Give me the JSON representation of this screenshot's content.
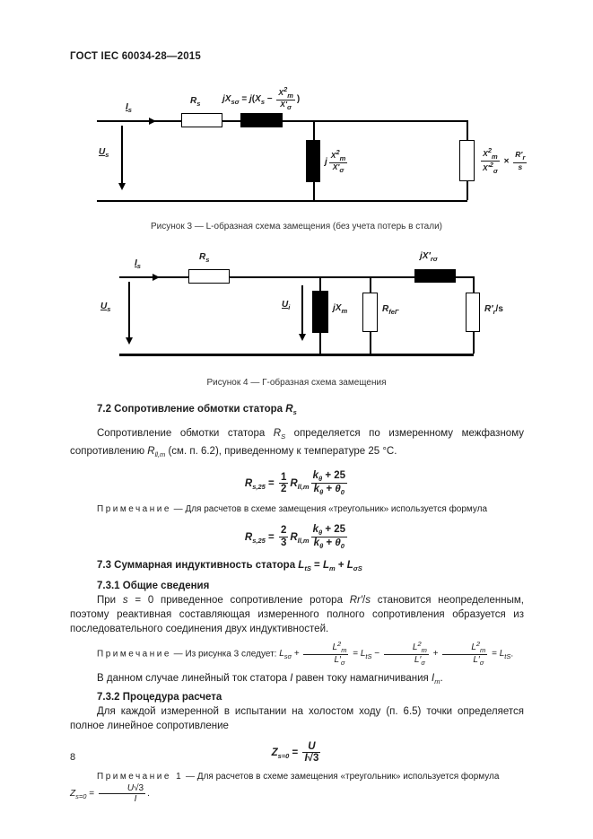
{
  "page": {
    "header": "ГОСТ IEC 60034-28—2015",
    "number": "8"
  },
  "fig3": {
    "caption": "Рисунок 3 — L-образная схема замещения (без учета потерь в стали)",
    "i": [
      {
        "v": "I",
        "u": 1
      },
      {
        "sb": "s"
      }
    ],
    "u": [
      {
        "v": "U",
        "u": 1
      },
      {
        "sb": "s"
      }
    ],
    "r": [
      {
        "v": "R"
      },
      {
        "sb": "s"
      }
    ],
    "series": [
      {
        "v": "jX"
      },
      {
        "sb": "sσ"
      },
      {
        "t": " = "
      },
      {
        "v": "j"
      },
      {
        "t": "("
      },
      {
        "v": "X"
      },
      {
        "sb": "s"
      },
      {
        "t": " − "
      },
      {
        "fr": {
          "n": [
            {
              "v": "X"
            },
            {
              "sp": "2"
            },
            {
              "sb": "m"
            }
          ],
          "d": [
            {
              "v": "X′"
            },
            {
              "sb": "σ"
            }
          ]
        }
      },
      {
        "t": ")"
      }
    ],
    "shunt": [
      {
        "v": "j"
      },
      {
        "fr": {
          "n": [
            {
              "v": "X"
            },
            {
              "sp": "2"
            },
            {
              "sb": "m"
            }
          ],
          "d": [
            {
              "v": "X′"
            },
            {
              "sb": "σ"
            }
          ]
        }
      }
    ],
    "load": [
      {
        "fr": {
          "n": [
            {
              "v": "X"
            },
            {
              "sp": "2"
            },
            {
              "sb": "m"
            }
          ],
          "d": [
            {
              "v": "X′"
            },
            {
              "sp": "2"
            },
            {
              "sb": "σ"
            }
          ]
        }
      },
      {
        "t": " × "
      },
      {
        "fr": {
          "n": [
            {
              "v": "R′"
            },
            {
              "sb": "r"
            }
          ],
          "d": [
            {
              "v": "s"
            }
          ]
        }
      }
    ]
  },
  "fig4": {
    "caption": "Рисунок 4 — Г-образная схема замещения",
    "i": [
      {
        "v": "I",
        "u": 1
      },
      {
        "sb": "s"
      }
    ],
    "u": [
      {
        "v": "U",
        "u": 1
      },
      {
        "sb": "s"
      }
    ],
    "r": [
      {
        "v": "R"
      },
      {
        "sb": "s"
      }
    ],
    "ui": [
      {
        "v": "U",
        "u": 1
      },
      {
        "sb": "i"
      }
    ],
    "xm": [
      {
        "v": "jX"
      },
      {
        "sb": "m"
      }
    ],
    "rfe": [
      {
        "v": "R"
      },
      {
        "sb": "feГ"
      }
    ],
    "xr": [
      {
        "v": "jX′"
      },
      {
        "sb": "rσ"
      }
    ],
    "rr": [
      {
        "v": "R′"
      },
      {
        "sb": "r"
      },
      {
        "t": "/s"
      }
    ]
  },
  "sec72": {
    "heading": [
      {
        "text": "7.2 Сопротивление обмотки статора "
      },
      {
        "f": [
          {
            "v": "R"
          },
          {
            "sb": "s"
          }
        ]
      }
    ],
    "para": [
      {
        "text": "Сопротивление обмотки статора "
      },
      {
        "f": [
          {
            "v": "R"
          },
          {
            "sb": "S"
          }
        ]
      },
      {
        "text": " определяется по измеренному межфазному сопротивлению "
      },
      {
        "f": [
          {
            "v": "R"
          },
          {
            "sb": "ll,m"
          }
        ]
      },
      {
        "text": " (см. п. 6.2), приведенному к температуре 25 °С."
      }
    ],
    "formula": [
      {
        "v": "R"
      },
      {
        "sb": "s,25"
      },
      {
        "t": " = "
      },
      {
        "fr": {
          "n": [
            {
              "t": "1"
            }
          ],
          "d": [
            {
              "t": "2"
            }
          ]
        }
      },
      {
        "v": "R"
      },
      {
        "sb": "ll,m"
      },
      {
        "fr": {
          "n": [
            {
              "v": "k"
            },
            {
              "sb": "θ"
            },
            {
              "t": " + 25"
            }
          ],
          "d": [
            {
              "v": "k"
            },
            {
              "sb": "θ"
            },
            {
              "t": " + "
            },
            {
              "v": "θ"
            },
            {
              "sb": "0"
            }
          ]
        }
      }
    ]
  },
  "note1": {
    "label": "Примечание",
    "rich": [
      {
        "text": " — Для расчетов в схеме замещения «треугольник» используется формула"
      }
    ],
    "formula": [
      {
        "v": "R"
      },
      {
        "sb": "s,25"
      },
      {
        "t": " = "
      },
      {
        "fr": {
          "n": [
            {
              "t": "2"
            }
          ],
          "d": [
            {
              "t": "3"
            }
          ]
        }
      },
      {
        "v": "R"
      },
      {
        "sb": "ll,m"
      },
      {
        "fr": {
          "n": [
            {
              "v": "k"
            },
            {
              "sb": "θ"
            },
            {
              "t": " + 25"
            }
          ],
          "d": [
            {
              "v": "k"
            },
            {
              "sb": "θ"
            },
            {
              "t": " + "
            },
            {
              "v": "θ"
            },
            {
              "sb": "0"
            }
          ]
        }
      }
    ]
  },
  "sec73": {
    "heading": [
      {
        "text": "7.3 Суммарная индуктивность статора "
      },
      {
        "f": [
          {
            "v": "L"
          },
          {
            "sb": "tS"
          },
          {
            "t": " = "
          },
          {
            "v": "L"
          },
          {
            "sb": "m"
          },
          {
            "t": " + "
          },
          {
            "v": "L"
          },
          {
            "sb": "σS"
          }
        ]
      }
    ]
  },
  "sec731": {
    "heading": "7.3.1 Общие сведения",
    "para": [
      {
        "text": "При "
      },
      {
        "f": [
          {
            "v": "s"
          },
          {
            "t": " = 0"
          }
        ]
      },
      {
        "text": " приведенное сопротивление ротора "
      },
      {
        "f": [
          {
            "v": "Rr′"
          },
          {
            "t": "/"
          },
          {
            "v": "s"
          }
        ]
      },
      {
        "text": " становится неопределенным, поэтому реактивная составляющая измеренного полного сопротивления образуется из последовательного соединения двух индуктивностей."
      }
    ]
  },
  "note2": {
    "label": "Примечание",
    "rich": [
      {
        "text": " — Из рисунка 3 следует: "
      },
      {
        "f": [
          {
            "v": "L"
          },
          {
            "sb": "sσ"
          },
          {
            "t": " + "
          },
          {
            "fr": {
              "n": [
                {
                  "v": "L"
                },
                {
                  "sp": "2"
                },
                {
                  "sb": "m"
                }
              ],
              "d": [
                {
                  "v": "L′"
                },
                {
                  "sb": "σ"
                }
              ]
            }
          },
          {
            "t": " = "
          },
          {
            "v": "L"
          },
          {
            "sb": "tS"
          },
          {
            "t": " − "
          },
          {
            "fr": {
              "n": [
                {
                  "v": "L"
                },
                {
                  "sp": "2"
                },
                {
                  "sb": "m"
                }
              ],
              "d": [
                {
                  "v": "L′"
                },
                {
                  "sb": "σ"
                }
              ]
            }
          },
          {
            "t": " + "
          },
          {
            "fr": {
              "n": [
                {
                  "v": "L"
                },
                {
                  "sp": "2"
                },
                {
                  "sb": "m"
                }
              ],
              "d": [
                {
                  "v": "L′"
                },
                {
                  "sb": "σ"
                }
              ]
            }
          },
          {
            "t": " = "
          },
          {
            "v": "L"
          },
          {
            "sb": "tS"
          }
        ]
      },
      {
        "text": "."
      }
    ]
  },
  "para_current": [
    {
      "text": "В данном случае линейный ток статора "
    },
    {
      "f": [
        {
          "v": "I"
        }
      ]
    },
    {
      "text": " равен току намагничивания "
    },
    {
      "f": [
        {
          "v": "I"
        },
        {
          "sb": "m"
        }
      ]
    },
    {
      "text": "."
    }
  ],
  "sec732": {
    "heading": "7.3.2 Процедура расчета",
    "para": "Для каждой измеренной в испытании на холостом ходу (п. 6.5) точки определяется полное линейное сопротивление",
    "formula": [
      {
        "v": "Z"
      },
      {
        "sb": "s=0"
      },
      {
        "t": " = "
      },
      {
        "fr": {
          "n": [
            {
              "v": "U"
            }
          ],
          "d": [
            {
              "v": "I"
            },
            {
              "t": "√3"
            }
          ]
        }
      }
    ]
  },
  "note3": {
    "label": "Примечание 1",
    "rich": [
      {
        "text": " — Для расчетов в схеме замещения «треугольник» используется формула "
      },
      {
        "f": [
          {
            "v": "Z"
          },
          {
            "sb": "s=0"
          },
          {
            "t": " = "
          },
          {
            "fr": {
              "n": [
                {
                  "v": "U"
                },
                {
                  "t": "√3"
                }
              ],
              "d": [
                {
                  "v": "I"
                }
              ]
            }
          }
        ]
      },
      {
        "text": "."
      }
    ]
  }
}
